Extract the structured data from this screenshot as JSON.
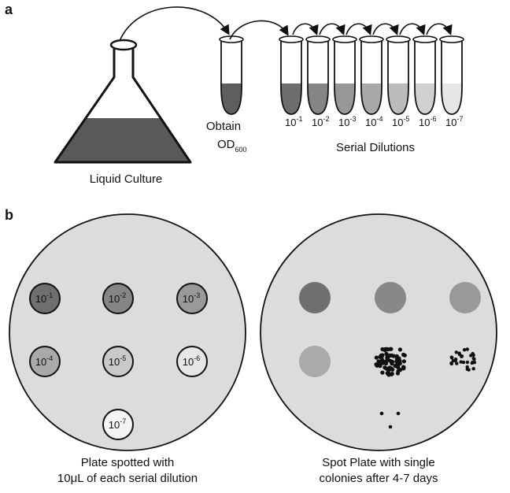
{
  "panel_a": {
    "letter": "a",
    "flask_label": "Liquid Culture",
    "od_label_line1": "Obtain",
    "od_label_od": "OD",
    "od_label_sub": "600",
    "dilutions": [
      {
        "base": "10",
        "exp": "-1"
      },
      {
        "base": "10",
        "exp": "-2"
      },
      {
        "base": "10",
        "exp": "-3"
      },
      {
        "base": "10",
        "exp": "-4"
      },
      {
        "base": "10",
        "exp": "-5"
      },
      {
        "base": "10",
        "exp": "-6"
      },
      {
        "base": "10",
        "exp": "-7"
      }
    ],
    "serial_label": "Serial Dilutions",
    "tube_fill_colors": [
      "#6e6e6e",
      "#858585",
      "#979797",
      "#a9a9a9",
      "#bcbcbc",
      "#d1d1d1",
      "#e6e6e6"
    ],
    "od_tube_color": "#5e5e5e",
    "culture_color": "#595959"
  },
  "panel_b": {
    "letter": "b",
    "plate_color": "#dcdcdc",
    "spots": [
      {
        "base": "10",
        "exp": "-1",
        "color": "#6f6f6f"
      },
      {
        "base": "10",
        "exp": "-2",
        "color": "#858585"
      },
      {
        "base": "10",
        "exp": "-3",
        "color": "#999999"
      },
      {
        "base": "10",
        "exp": "-4",
        "color": "#a9a9a9"
      },
      {
        "base": "10",
        "exp": "-5",
        "color": "#c9c9c9"
      },
      {
        "base": "10",
        "exp": "-6",
        "color": "#e6e6e6"
      },
      {
        "base": "10",
        "exp": "-7",
        "color": "#f4f4f4"
      }
    ],
    "left_caption_line1": "Plate spotted with",
    "left_caption_line2": "10μL of each serial dilution",
    "right_caption_line1": "Spot Plate with single",
    "right_caption_line2": "colonies after 4-7 days",
    "grown_spot_colors": [
      "#707070",
      "#888888",
      "#999999",
      "#aaaaaa"
    ]
  }
}
